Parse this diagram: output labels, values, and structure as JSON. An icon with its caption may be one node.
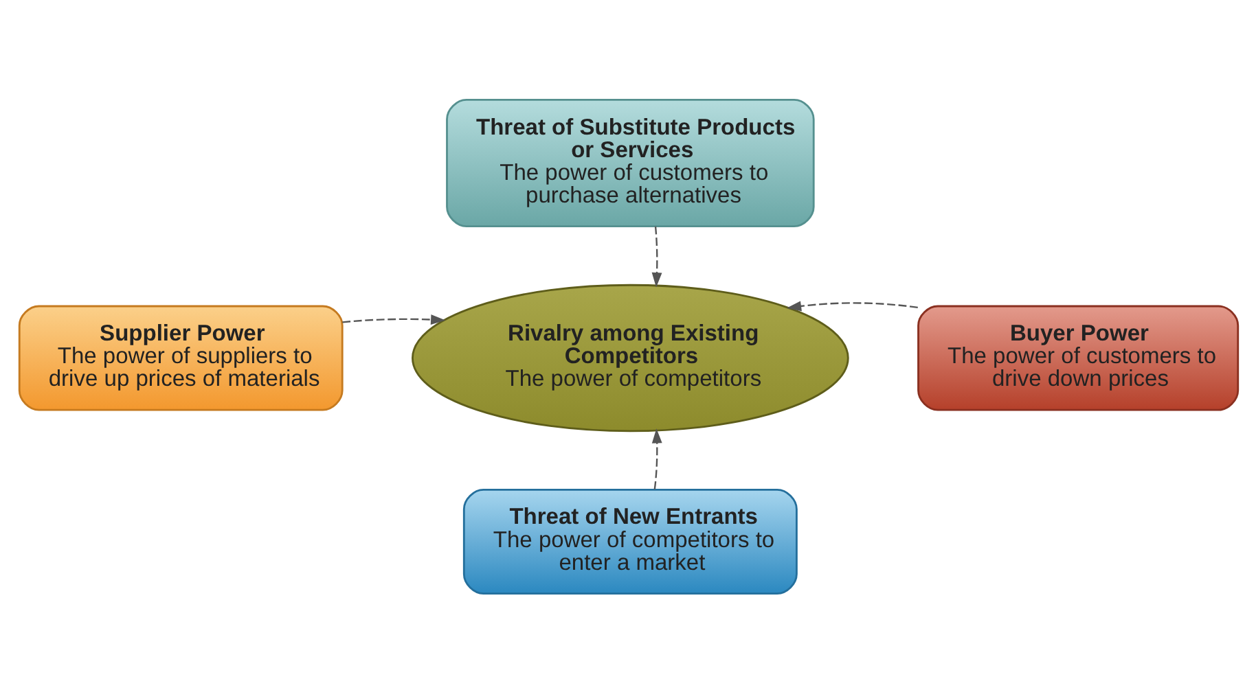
{
  "diagram": {
    "nodes": [
      {
        "text": [
          "Threat of Substitute Products or Services",
          "The power of customers to purchase alternatives"
        ]
      },
      {
        "text": [
          "Supplier Power",
          "The power of suppliers to drive up prices of materials"
        ]
      },
      {
        "text": [
          "Rivalry among Existing Competitors",
          "The power of competitors"
        ]
      },
      {
        "text": [
          "Buyer Power",
          "The power of customers to drive down prices"
        ]
      },
      {
        "text": [
          "Threat of New Entrants",
          "The power of competitors to enter a market"
        ]
      }
    ],
    "edges": [
      {
        "from": 0,
        "to": 2,
        "arrow": "to",
        "style": "dashed"
      },
      {
        "from": 1,
        "to": 2,
        "arrow": "to",
        "style": "dashed"
      },
      {
        "from": 3,
        "to": 2,
        "arrow": "to",
        "style": "dashed"
      },
      {
        "from": 4,
        "to": 2,
        "arrow": "to",
        "style": "dashed"
      }
    ]
  }
}
